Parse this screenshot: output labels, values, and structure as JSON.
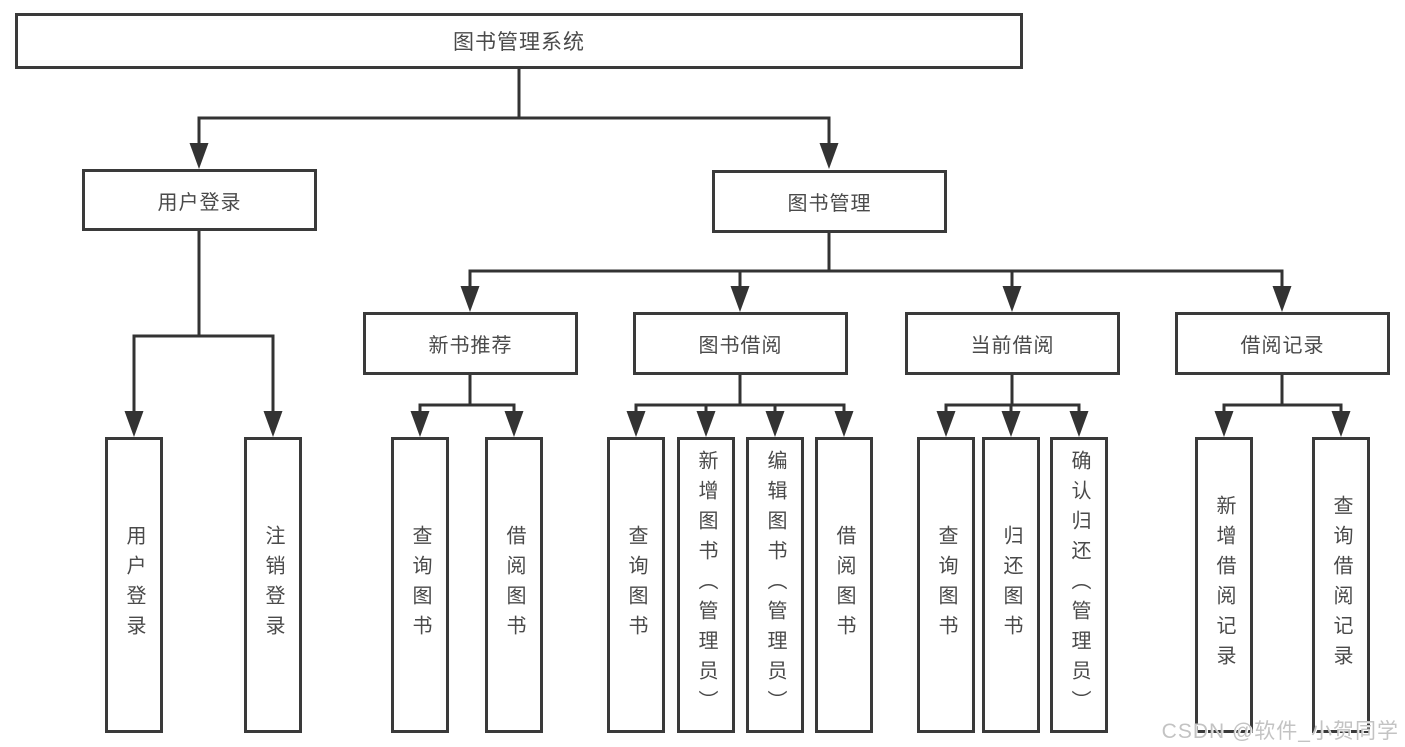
{
  "colors": {
    "line": "#333333",
    "box_border": "#3a3a3a",
    "text": "#4a4a4a",
    "background": "#ffffff",
    "watermark_text_color": "#c3c3c3"
  },
  "watermark": {
    "text": "CSDN @软件_小贺同学"
  },
  "diagram": {
    "title": "图书管理系统",
    "level2": {
      "user_login": "用户登录",
      "book_management": "图书管理"
    },
    "level3": {
      "new_book_recommend": "新书推荐",
      "book_borrow": "图书借阅",
      "current_borrow": "当前借阅",
      "borrow_record": "借阅记录"
    },
    "leaves": {
      "user_login": [
        "用户登录",
        "注销登录"
      ],
      "new_book_recommend": [
        "查询图书",
        "借阅图书"
      ],
      "book_borrow": [
        "查询图书",
        "新增图书（管理员）",
        "编辑图书（管理员）",
        "借阅图书"
      ],
      "current_borrow": [
        "查询图书",
        "归还图书",
        "确认归还（管理员）"
      ],
      "borrow_record": [
        "新增借阅记录",
        "查询借阅记录"
      ]
    }
  }
}
